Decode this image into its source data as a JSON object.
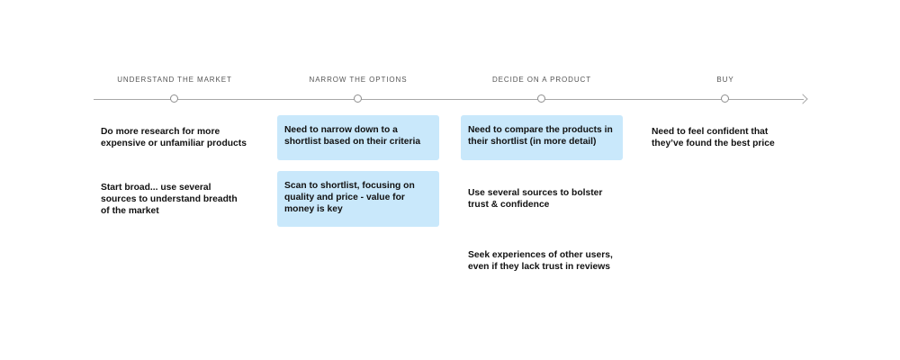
{
  "stages": [
    {
      "label": "UNDERSTAND THE MARKET"
    },
    {
      "label": "NARROW THE OPTIONS"
    },
    {
      "label": "DECIDE ON A PRODUCT"
    },
    {
      "label": "BUY"
    }
  ],
  "notes": {
    "understand": [
      {
        "text": "Do more research for more expensive or unfamiliar products",
        "highlight": false
      },
      {
        "text": "Start broad... use several sources to understand breadth of the market",
        "highlight": false
      }
    ],
    "narrow": [
      {
        "text": "Need to narrow down to a shortlist based on their criteria",
        "highlight": true
      },
      {
        "text": "Scan to shortlist, focusing on quality and price - value for money is key",
        "highlight": true
      }
    ],
    "decide": [
      {
        "text": "Need to compare the products in their shortlist (in more detail)",
        "highlight": true
      },
      {
        "text": "Use several sources to bolster trust & confidence",
        "highlight": false
      },
      {
        "text": "Seek experiences of other users, even if they lack trust in reviews",
        "highlight": false
      }
    ],
    "buy": [
      {
        "text": "Need to feel confident that they’ve found the best price",
        "highlight": false
      }
    ]
  },
  "colors": {
    "highlight": "#c9e8fb",
    "line": "#a7a7a7",
    "text": "#111111"
  }
}
